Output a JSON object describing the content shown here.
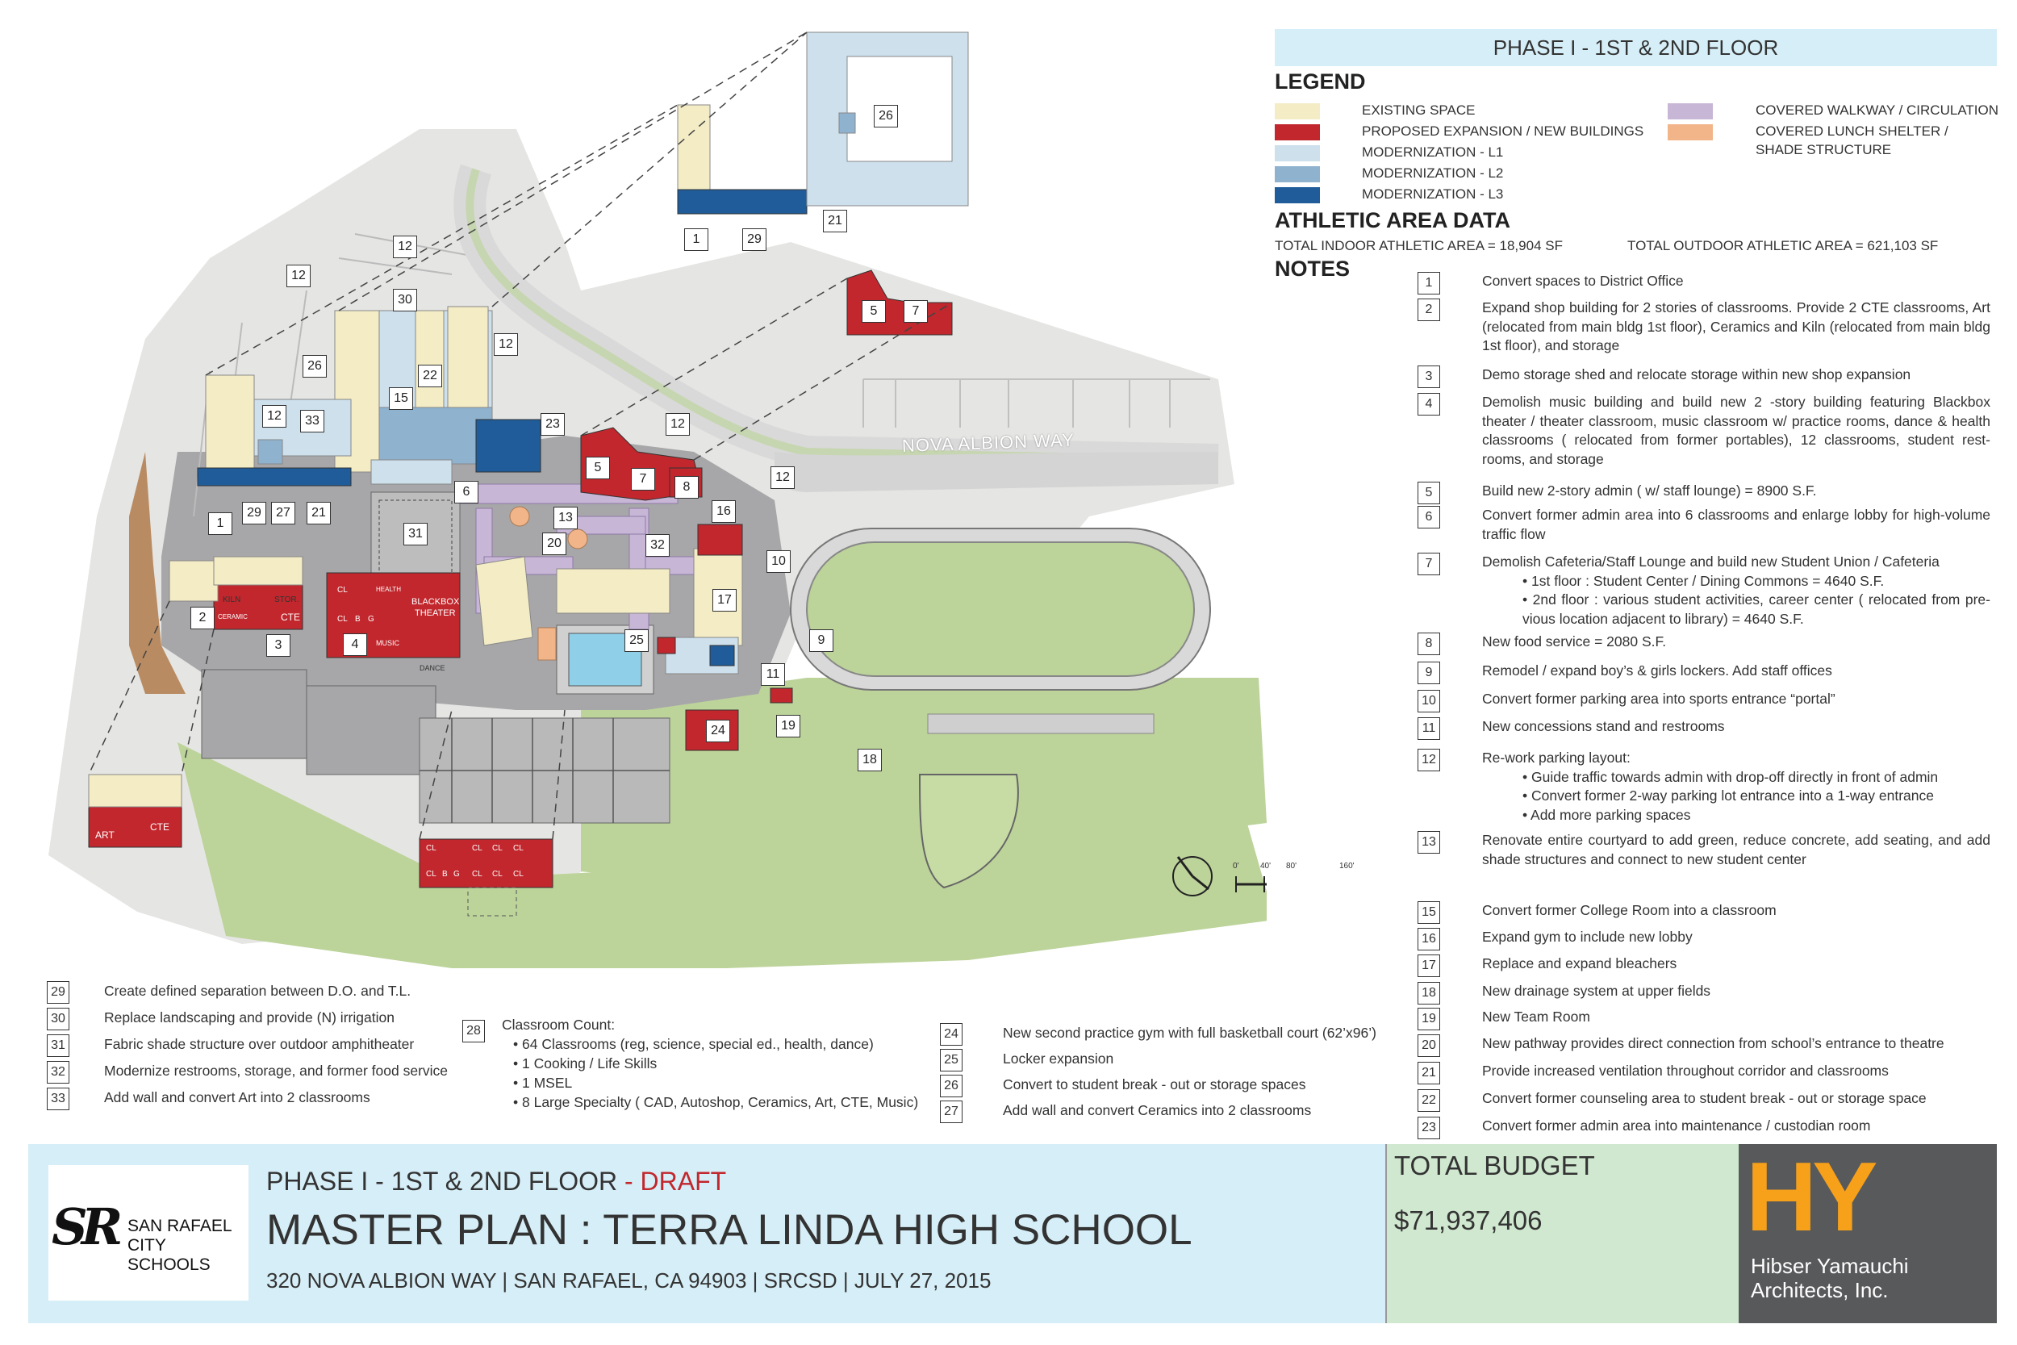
{
  "panel": {
    "phase_title": "PHASE I - 1ST & 2ND FLOOR",
    "legend_heading": "LEGEND",
    "legend_items": [
      {
        "label": "EXISTING SPACE",
        "color": "#f3ecc5"
      },
      {
        "label": "PROPOSED EXPANSION / NEW BUILDINGS",
        "color": "#c1272d"
      },
      {
        "label": "MODERNIZATION - L1",
        "color": "#cde0ec"
      },
      {
        "label": "MODERNIZATION - L2",
        "color": "#8fb2cf"
      },
      {
        "label": "MODERNIZATION - L3",
        "color": "#1f5c99"
      },
      {
        "label": "COVERED WALKWAY / CIRCULATION",
        "color": "#c8b6d6"
      },
      {
        "label": "COVERED LUNCH SHELTER /",
        "label2": "SHADE STRUCTURE",
        "color": "#f2b58a"
      }
    ],
    "athletic_heading": "ATHLETIC AREA DATA",
    "indoor_area": "TOTAL INDOOR ATHLETIC AREA = 18,904 SF",
    "outdoor_area": "TOTAL OUTDOOR ATHLETIC AREA = 621,103 SF",
    "notes_heading": "NOTES"
  },
  "notes": [
    {
      "num": "1",
      "lines": [
        "Convert spaces to District Office"
      ]
    },
    {
      "num": "2",
      "lines": [
        "Expand shop building for 2 stories of classrooms.  Provide 2 CTE classrooms, Art (relocated from main bldg 1st floor), Ceramics and Kiln (relocated from main bldg 1st floor), and storage"
      ]
    },
    {
      "num": "3",
      "lines": [
        "Demo storage shed and relocate storage within new shop expansion"
      ]
    },
    {
      "num": "4",
      "lines": [
        "Demolish music building and build new 2 -story building featuring Blackbox theater / theater classroom, music classroom w/ practice rooms, dance & health classrooms ( relocated from former portables), 12 classrooms, student rest-rooms, and storage"
      ]
    },
    {
      "num": "5",
      "lines": [
        "Build new 2-story admin ( w/ staff lounge) = 8900 S.F."
      ]
    },
    {
      "num": "6",
      "lines": [
        "Convert former admin area into 6 classrooms and enlarge lobby for high-volume traffic flow"
      ]
    },
    {
      "num": "7",
      "lines": [
        "Demolish Cafeteria/Staff Lounge and build new Student Union / Cafeteria"
      ],
      "subs": [
        "1st floor : Student Center / Dining Commons = 4640 S.F.",
        "2nd floor : various student activities, career center ( relocated from pre-vious location adjacent to library) = 4640 S.F."
      ]
    },
    {
      "num": "8",
      "lines": [
        "New food service = 2080 S.F."
      ]
    },
    {
      "num": "9",
      "lines": [
        "Remodel / expand boy’s & girls lockers. Add staff offices"
      ]
    },
    {
      "num": "10",
      "lines": [
        "Convert former parking area into sports entrance “portal”"
      ]
    },
    {
      "num": "11",
      "lines": [
        "New concessions stand and restrooms"
      ]
    },
    {
      "num": "12",
      "lines": [
        "Re-work parking layout:"
      ],
      "subs": [
        "Guide traffic towards admin with drop-off directly in front of admin",
        "Convert former 2-way parking lot entrance into a 1-way entrance",
        "Add more parking spaces"
      ]
    },
    {
      "num": "13",
      "lines": [
        "Renovate entire courtyard to add green, reduce concrete, add seating, and add shade structures and connect to new student center"
      ]
    },
    {
      "num": "15",
      "lines": [
        "Convert former College Room into a classroom"
      ]
    },
    {
      "num": "16",
      "lines": [
        "Expand gym to include new lobby"
      ]
    },
    {
      "num": "17",
      "lines": [
        "Replace and expand bleachers"
      ]
    },
    {
      "num": "18",
      "lines": [
        "New drainage system at upper fields"
      ]
    },
    {
      "num": "19",
      "lines": [
        "New Team Room"
      ]
    },
    {
      "num": "20",
      "lines": [
        "New pathway provides direct connection from school’s entrance to theatre"
      ]
    },
    {
      "num": "21",
      "lines": [
        "Provide increased ventilation throughout corridor and classrooms"
      ]
    },
    {
      "num": "22",
      "lines": [
        "Convert former counseling area to student break - out or storage space"
      ]
    },
    {
      "num": "23",
      "lines": [
        "Convert former admin area into maintenance / custodian room"
      ]
    }
  ],
  "bottom_notes_a": [
    {
      "num": "29",
      "text": "Create defined separation between D.O. and T.L."
    },
    {
      "num": "30",
      "text": "Replace landscaping and provide (N) irrigation"
    },
    {
      "num": "31",
      "text": "Fabric shade structure over outdoor amphitheater"
    },
    {
      "num": "32",
      "text": "Modernize restrooms, storage, and former food service"
    },
    {
      "num": "33",
      "text": "Add wall and convert Art into 2 classrooms"
    }
  ],
  "classroom_count": {
    "num": "28",
    "title": "Classroom Count:",
    "items": [
      "64 Classrooms (reg, science, special ed., health, dance)",
      "1 Cooking / Life Skills",
      "1 MSEL",
      "8 Large Specialty ( CAD, Autoshop, Ceramics, Art, CTE, Music)"
    ]
  },
  "bottom_notes_c": [
    {
      "num": "24",
      "text": "New second practice gym with full basketball court (62’x96’)"
    },
    {
      "num": "25",
      "text": "Locker expansion"
    },
    {
      "num": "26",
      "text": "Convert to student break - out or storage spaces"
    },
    {
      "num": "27",
      "text": "Add wall and convert Ceramics into 2 classrooms"
    }
  ],
  "map": {
    "street_name": "NOVA ALBION WAY",
    "scale_labels": [
      "0'",
      "40'",
      "80'",
      "160'"
    ],
    "room_labels": {
      "kiln": "KILN",
      "stor": "STOR.",
      "ceramic": "CERAMIC",
      "cte": "CTE",
      "art": "ART",
      "cte2": "CTE",
      "cl": "CL",
      "b": "B",
      "g": "G",
      "music": "MUSIC",
      "health": "HEALTH",
      "blackbox": "BLACKBOX",
      "theater": "THEATER",
      "dance": "DANCE"
    }
  },
  "footer": {
    "phase": "PHASE I - 1ST & 2ND FLOOR",
    "draft": " - DRAFT",
    "title": "MASTER PLAN : TERRA LINDA HIGH SCHOOL",
    "address": "320 NOVA ALBION WAY | SAN RAFAEL, CA 94903 | SRCSD | JULY 27, 2015",
    "budget_label": "TOTAL BUDGET",
    "budget_value": "$71,937,406",
    "district_logo_letters": "SR",
    "district_line1": "SAN RAFAEL",
    "district_line2": "CITY SCHOOLS",
    "architect_logo_letters": "HY",
    "architect_line1": "Hibser Yamauchi",
    "architect_line2": "Architects, Inc."
  },
  "colors": {
    "existing": "#f3ecc5",
    "proposed": "#c1272d",
    "mod_l1": "#cde0ec",
    "mod_l2": "#8fb2cf",
    "mod_l3": "#1f5c99",
    "walkway": "#c8b6d6",
    "shelter": "#f2b58a",
    "field_green": "#bcd39a",
    "paving": "#a7a7a9",
    "header_blue": "#d6eef7",
    "budget_green": "#cfe8cf",
    "draft_red": "#c1272d",
    "architect_orange": "#f7a11a"
  }
}
